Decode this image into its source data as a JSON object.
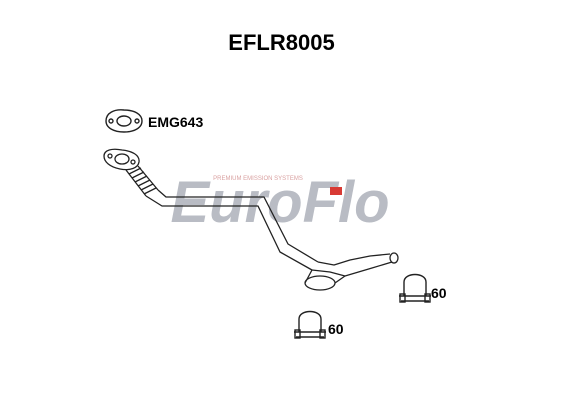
{
  "diagram": {
    "part_number": "EFLR8005",
    "watermark": {
      "brand": "EuroFlo",
      "tagline": "PREMIUM EMISSION SYSTEMS",
      "colors": {
        "grey": "#b9bcc4",
        "red": "#d83a34"
      }
    },
    "parts": [
      {
        "id": "gasket",
        "label": "EMG643",
        "icon": "flange-gasket-icon"
      },
      {
        "id": "clamp-right",
        "label": "60",
        "icon": "u-bolt-clamp-icon"
      },
      {
        "id": "clamp-left",
        "label": "60",
        "icon": "u-bolt-clamp-icon"
      }
    ],
    "pipe": {
      "icon": "exhaust-pipe-icon"
    }
  }
}
